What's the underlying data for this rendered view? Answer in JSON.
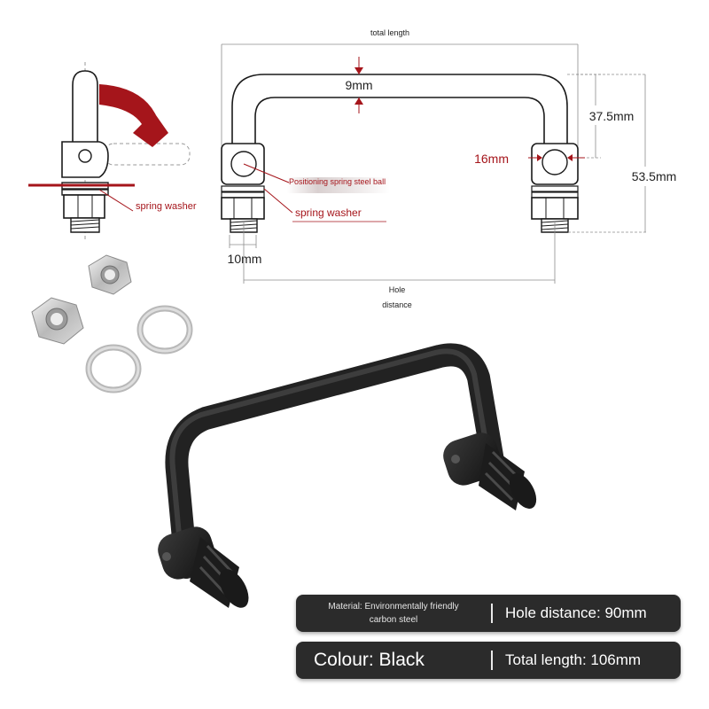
{
  "colors": {
    "accent_red": "#a5151b",
    "dim_line": "#8c8c8c",
    "handle_black": "#222222",
    "pill_bg": "#2b2b2b",
    "pill_text": "#ffffff"
  },
  "side_view": {
    "spring_washer_label": "spring washer"
  },
  "dimensions": {
    "total_length_label": "total length",
    "thickness_label": "9mm",
    "height_upper_label": "37.5mm",
    "height_total_label": "53.5mm",
    "bore_label": "16mm",
    "thread_label": "10mm",
    "hole_distance_label_line1": "Hole",
    "hole_distance_label_line2": "distance",
    "ball_label": "Positioning spring steel ball",
    "washer_label": "spring washer"
  },
  "specs": {
    "material_line1": "Material: Environmentally friendly",
    "material_line2": "carbon steel",
    "hole_distance": "Hole distance: 90mm",
    "colour": "Colour: Black",
    "total_length": "Total length: 106mm"
  }
}
